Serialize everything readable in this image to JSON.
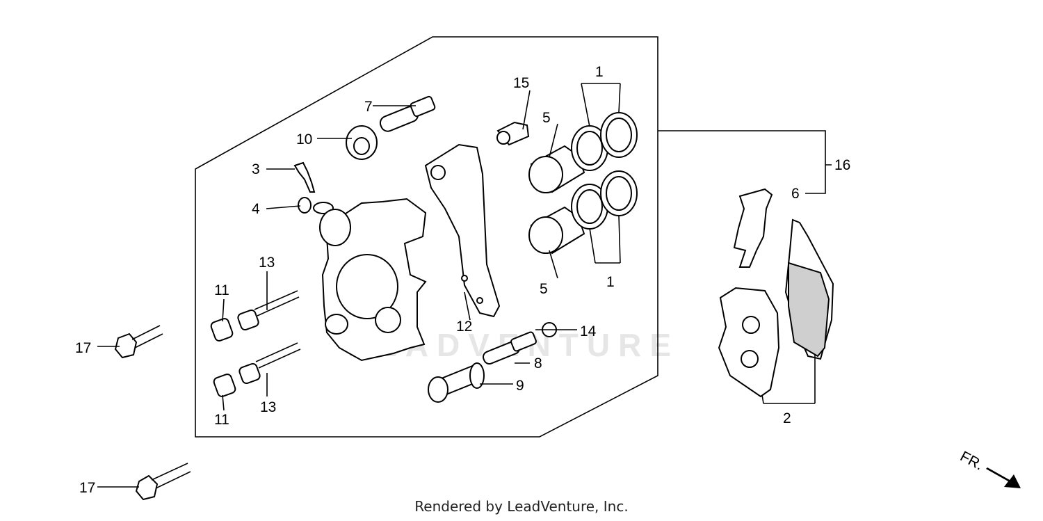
{
  "diagram": {
    "watermark": "LEADVENTURE",
    "credit": "Rendered by LeadVenture, Inc.",
    "front_indicator": "FR.",
    "callouts": {
      "c1_top": "1",
      "c1_bottom": "1",
      "c2": "2",
      "c3": "3",
      "c4": "4",
      "c5_top": "5",
      "c5_bottom": "5",
      "c6": "6",
      "c7": "7",
      "c8": "8",
      "c9": "9",
      "c10": "10",
      "c11_top": "11",
      "c11_bottom": "11",
      "c12": "12",
      "c13_top": "13",
      "c13_bottom": "13",
      "c14": "14",
      "c15": "15",
      "c16": "16",
      "c17_top": "17",
      "c17_bottom": "17"
    }
  }
}
